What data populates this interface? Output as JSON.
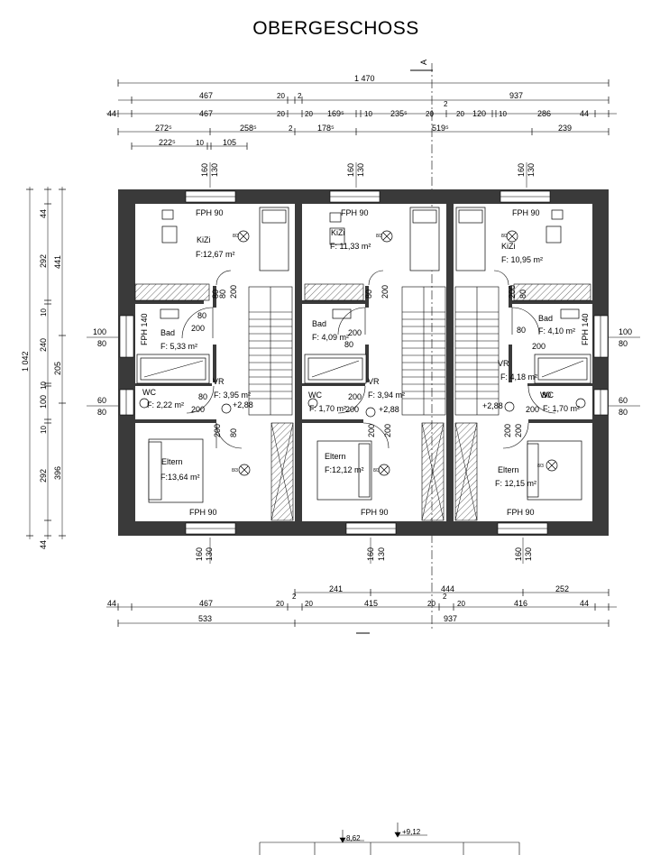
{
  "title": "OBERGESCHOSS",
  "section_marker": "A",
  "dims_top": {
    "r1": [
      "1 470"
    ],
    "r2": [
      "467",
      "20",
      "2",
      "937",
      "2"
    ],
    "r3": [
      "44",
      "467",
      "20",
      "20",
      "169⁵",
      "10",
      "235⁵",
      "20",
      "20",
      "120",
      "10",
      "286",
      "44"
    ],
    "r4": [
      "272⁵",
      "258⁵",
      "2",
      "178⁵",
      "519⁵",
      "239"
    ],
    "r5": [
      "222⁵",
      "10",
      "105"
    ],
    "win": [
      "160",
      "130",
      "160",
      "130",
      "160",
      "130"
    ]
  },
  "dims_left": {
    "outer": "1 042",
    "mid": [
      "441",
      "205",
      "396"
    ],
    "inner": [
      "44",
      "292",
      "10",
      "240",
      "10",
      "100",
      "10",
      "292",
      "44"
    ]
  },
  "dims_side": {
    "left": [
      "100",
      "80",
      "60",
      "80"
    ],
    "right": [
      "100",
      "80",
      "60",
      "80"
    ]
  },
  "dims_bottom": {
    "win": [
      "160",
      "130",
      "160",
      "130",
      "160",
      "130"
    ],
    "r1": [
      "241",
      "444",
      "252"
    ],
    "r2": [
      "44",
      "467",
      "20",
      "2",
      "20",
      "415",
      "20",
      "2",
      "20",
      "416",
      "44"
    ],
    "r3": [
      "533",
      "937"
    ]
  },
  "windows": [
    "FPH 90",
    "FPH 90",
    "FPH 90",
    "FPH 140",
    "FPH 140",
    "FPH 90",
    "FPH 90",
    "FPH 90"
  ],
  "rooms": [
    {
      "name": "KiZi",
      "area": "F:12,67 m²"
    },
    {
      "name": "Bad",
      "area": "F: 5,33 m²"
    },
    {
      "name": "WC",
      "area": "F: 2,22 m²"
    },
    {
      "name": "VR",
      "area": "F: 3,95 m²"
    },
    {
      "name": "Eltern",
      "area": "F:13,64 m²"
    },
    {
      "name": "KiZi",
      "area": "F: 11,33 m²"
    },
    {
      "name": "Bad",
      "area": "F: 4,09 m²"
    },
    {
      "name": "WC",
      "area": "F: 1,70 m²"
    },
    {
      "name": "VR",
      "area": "F: 3,94 m²"
    },
    {
      "name": "Eltern",
      "area": "F:12,12 m²"
    },
    {
      "name": "KiZi",
      "area": "F: 10,95 m²"
    },
    {
      "name": "Bad",
      "area": "F: 4,10 m²"
    },
    {
      "name": "WC",
      "area": "F: 1,70 m²"
    },
    {
      "name": "VR",
      "area": "F: 4,18 m²"
    },
    {
      "name": "Eltern",
      "area": "F: 12,15 m²"
    }
  ],
  "doors": [
    "80",
    "200",
    "80",
    "200",
    "80",
    "200",
    "80",
    "200",
    "200",
    "80",
    "200",
    "80",
    "200",
    "80",
    "200",
    "80",
    "200",
    "200",
    "80",
    "200",
    "80",
    "200",
    "200",
    "200",
    "200",
    "200",
    "200",
    "200",
    "200",
    "200"
  ],
  "levels": [
    "+2,88",
    "+2,88",
    "+2,88"
  ],
  "small_marks": [
    "8/3",
    "8/3",
    "8/3",
    "8/3",
    "8/3",
    "8/3"
  ],
  "lower": {
    "level1": "8,62",
    "level2": "+9,12"
  }
}
